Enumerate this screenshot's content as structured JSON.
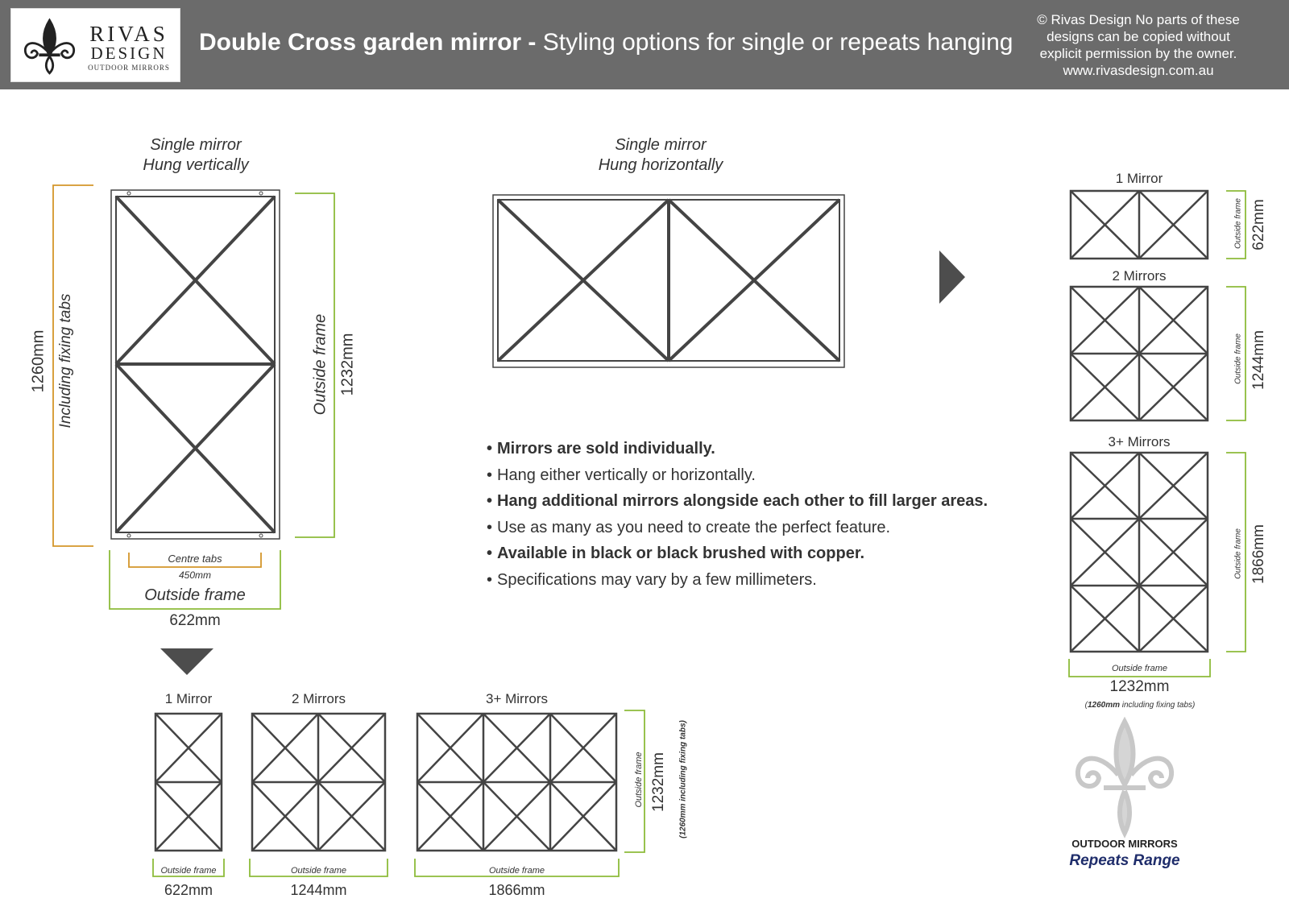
{
  "header": {
    "logo": {
      "name": "RIVAS",
      "design": "DESIGN",
      "tagline": "OUTDOOR MIRRORS"
    },
    "title_bold": "Double Cross garden mirror -",
    "title_rest": " Styling options for single or repeats hanging",
    "copyright_lines": [
      "© Rivas Design No parts of these",
      "designs can be copied without",
      "explicit permission by the owner.",
      "www.rivasdesign.com.au"
    ]
  },
  "vertical_mirror": {
    "caption_line1": "Single mirror",
    "caption_line2": "Hung vertically",
    "height_total": "1260mm",
    "height_total_note": "Including fixing tabs",
    "height_frame_label": "Outside frame",
    "height_frame": "1232mm",
    "tabs_label": "Centre tabs",
    "tabs_width": "450mm",
    "width_label": "Outside frame",
    "width": "622mm"
  },
  "horizontal_mirror": {
    "caption_line1": "Single mirror",
    "caption_line2": "Hung horizontally"
  },
  "bullets": [
    {
      "text": "Mirrors are sold individually.",
      "bold": true
    },
    {
      "text": "Hang either vertically or horizontally.",
      "bold": false
    },
    {
      "text": "Hang additional mirrors alongside each other to fill larger areas.",
      "bold": true
    },
    {
      "text": "Use as many as you need to create the perfect feature.",
      "bold": false
    },
    {
      "text": "Available in black or black brushed with copper.",
      "bold": true
    },
    {
      "text": "Specifications may vary by a few millimeters.",
      "bold": false
    }
  ],
  "vertical_repeats": {
    "one": {
      "title": "1 Mirror",
      "frame_label": "Outside frame",
      "width": "622mm"
    },
    "two": {
      "title": "2 Mirrors",
      "frame_label": "Outside frame",
      "width": "1244mm"
    },
    "three": {
      "title": "3+ Mirrors",
      "frame_label": "Outside frame",
      "width": "1866mm"
    },
    "height_label": "Outside frame",
    "height": "1232mm",
    "height_note": "(1260mm including fixing tabs)"
  },
  "horizontal_repeats": {
    "one": {
      "title": "1 Mirror",
      "frame_label": "Outside frame",
      "height": "622mm"
    },
    "two": {
      "title": "2 Mirrors",
      "frame_label": "Outside frame",
      "height": "1244mm"
    },
    "three": {
      "title": "3+ Mirrors",
      "frame_label": "Outside frame",
      "height": "1866mm"
    },
    "width_label": "Outside frame",
    "width": "1232mm",
    "width_note_bold": "1260mm",
    "width_note_rest": " including fixing tabs)",
    "width_note_open": "("
  },
  "footer_brand": {
    "line1": "OUTDOOR MIRRORS",
    "line2": "Repeats Range"
  },
  "colors": {
    "header_bg": "#6b6b6b",
    "orange_dimension": "#d4962a",
    "green_dimension": "#8dbb3a",
    "brand_navy": "#1f2d6b",
    "arrow": "#4d4d4d"
  },
  "icons": [
    "fleur-de-lis-logo-icon",
    "arrow-down-icon",
    "arrow-right-icon",
    "fleur-de-lis-watermark-icon"
  ]
}
